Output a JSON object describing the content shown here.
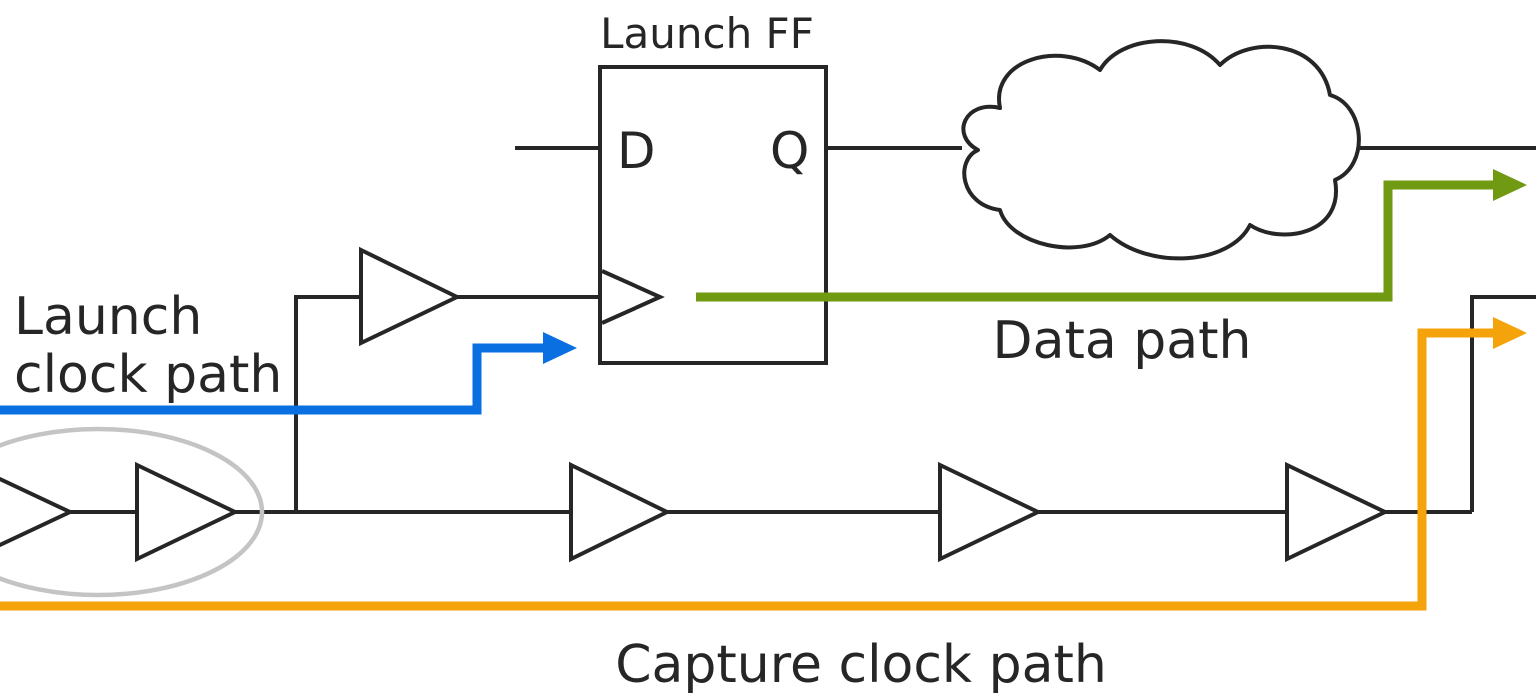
{
  "labels": {
    "launch_ff": "Launch FF",
    "pin_d": "D",
    "pin_q": "Q",
    "data_path": "Data path",
    "launch_clock_line1": "Launch",
    "launch_clock_line2": "clock path",
    "capture_clock": "Capture clock path"
  },
  "colors": {
    "wire": "#262626",
    "launch_clock_arrow": "#0a6fe0",
    "data_path_arrow": "#6f9a12",
    "capture_clock_arrow": "#f5a30a",
    "highlight_ellipse": "#c4c4c4"
  }
}
